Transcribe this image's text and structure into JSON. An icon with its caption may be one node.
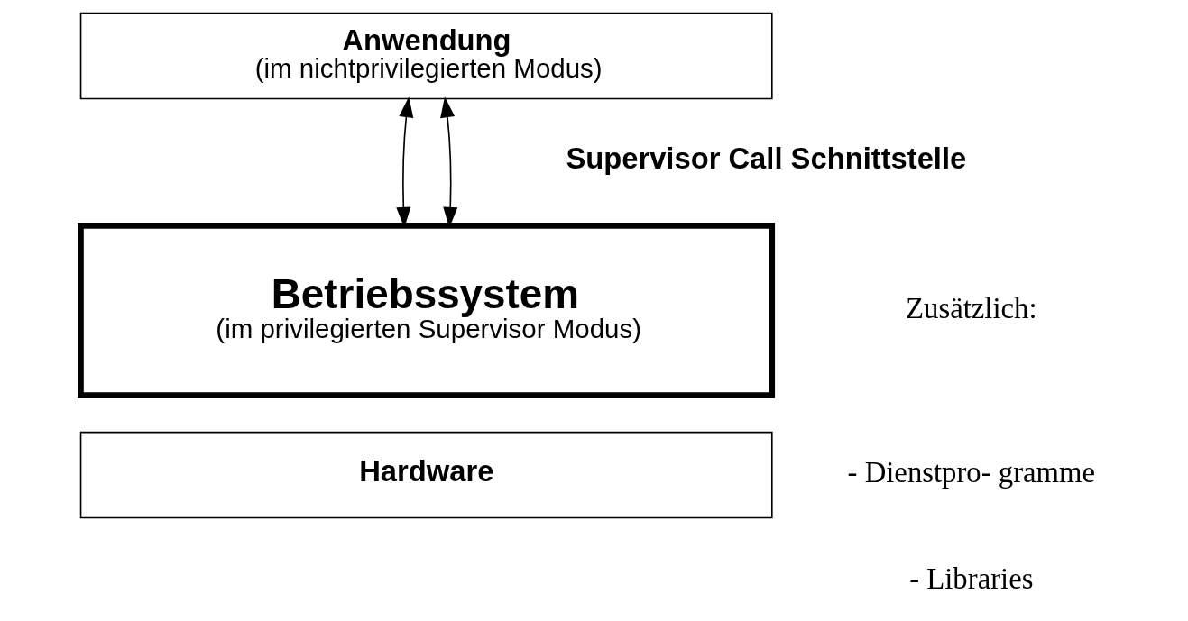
{
  "diagram": {
    "nodes": [
      {
        "text": [
          "Anwendung",
          "(im nichtprivilegierten Modus)"
        ]
      },
      {
        "text": [
          "Betriebssystem",
          "(im privilegierten Supervisor Modus)"
        ]
      },
      {
        "text": [
          "Hardware"
        ]
      }
    ],
    "edges": [
      {
        "from": 0,
        "to": 1,
        "arrow": "both"
      },
      {
        "from": 0,
        "to": 1,
        "arrow": "both"
      }
    ],
    "labels": [
      "Supervisor Call Schnittstelle",
      "Zusätzlich:",
      "- Dienstpro- gramme",
      "- Libraries"
    ]
  }
}
